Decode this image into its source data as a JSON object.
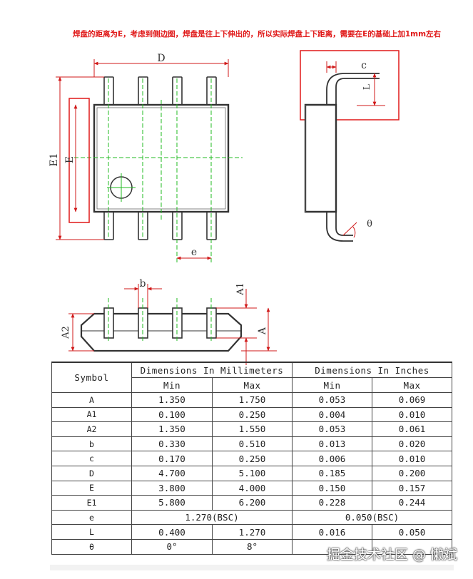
{
  "note": "焊盘的距离为E，考虑到侧边图，焊盘是往上下伸出的，所以实际焊盘上下距离，需要在E的基础上加1mm左右",
  "labels": {
    "D": "D",
    "E": "E",
    "E1": "E1",
    "e": "e",
    "c": "c",
    "L": "L",
    "theta": "θ",
    "b": "b",
    "A1": "A1",
    "A2": "A2",
    "A": "A"
  },
  "table": {
    "symbol_header": "Symbol",
    "mm_header": "Dimensions In Millimeters",
    "inch_header": "Dimensions In Inches",
    "min_label": "Min",
    "max_label": "Max",
    "rows": [
      {
        "sym": "A",
        "mm_min": "1.350",
        "mm_max": "1.750",
        "in_min": "0.053",
        "in_max": "0.069"
      },
      {
        "sym": "A1",
        "mm_min": "0.100",
        "mm_max": "0.250",
        "in_min": "0.004",
        "in_max": "0.010"
      },
      {
        "sym": "A2",
        "mm_min": "1.350",
        "mm_max": "1.550",
        "in_min": "0.053",
        "in_max": "0.061"
      },
      {
        "sym": "b",
        "mm_min": "0.330",
        "mm_max": "0.510",
        "in_min": "0.013",
        "in_max": "0.020"
      },
      {
        "sym": "c",
        "mm_min": "0.170",
        "mm_max": "0.250",
        "in_min": "0.006",
        "in_max": "0.010"
      },
      {
        "sym": "D",
        "mm_min": "4.700",
        "mm_max": "5.100",
        "in_min": "0.185",
        "in_max": "0.200"
      },
      {
        "sym": "E",
        "mm_min": "3.800",
        "mm_max": "4.000",
        "in_min": "0.150",
        "in_max": "0.157"
      },
      {
        "sym": "E1",
        "mm_min": "5.800",
        "mm_max": "6.200",
        "in_min": "0.228",
        "in_max": "0.244"
      }
    ],
    "e_row": {
      "sym": "e",
      "mm": "1.270(BSC)",
      "in": "0.050(BSC)"
    },
    "tail_rows": [
      {
        "sym": "L",
        "mm_min": "0.400",
        "mm_max": "1.270",
        "in_min": "0.016",
        "in_max": "0.050"
      },
      {
        "sym": "θ",
        "mm_min": "0°",
        "mm_max": "8°",
        "in_min": "",
        "in_max": ""
      }
    ]
  },
  "watermark": "掘金技术社区 @ 懒斌",
  "colors": {
    "note": "#e01818",
    "highlight": "#e01818",
    "centerline": "#22bb22",
    "outline": "#333333"
  }
}
